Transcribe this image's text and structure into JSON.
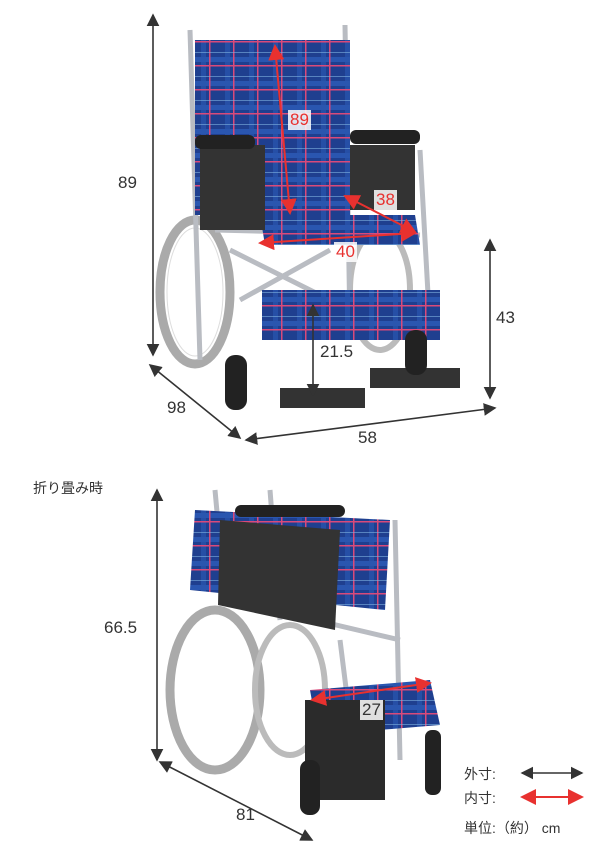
{
  "colors": {
    "outer": "#333333",
    "inner": "#e8312f",
    "plaid": "#1f3f8f",
    "frame": "#b9bcc2"
  },
  "unfolded": {
    "height": "89",
    "depth": "98",
    "width": "58",
    "seat_height": "43",
    "back_height_inner": "89",
    "seat_depth_inner": "38",
    "seat_width_inner": "40",
    "footrest_height": "21.5"
  },
  "folded": {
    "title": "折り畳み時",
    "height": "66.5",
    "depth": "81",
    "folded_width_inner": "27"
  },
  "legend": {
    "outer_label": "外寸:",
    "inner_label": "内寸:",
    "unit_label": "単位:（約） cm"
  }
}
